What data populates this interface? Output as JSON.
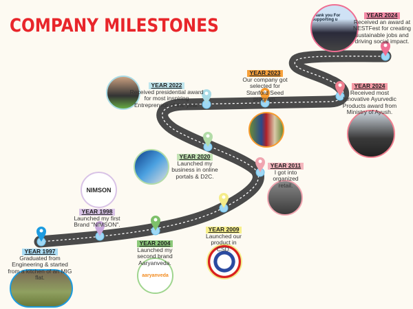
{
  "title": "COMPANY MILESTONES",
  "milestones": [
    {
      "year": "YEAR 1997",
      "text": "Graduated from Engineering & started from a kitchen of an MIG flat.",
      "color": "#a9dcf5",
      "pin": "#1c9be0"
    },
    {
      "year": "YEAR 1998",
      "text": "Launched my first Brand \"NIMSON\".",
      "color": "#d8c2e6",
      "pin": "#c9a8dc"
    },
    {
      "year": "YEAR 2004",
      "text": "Launched my second brand Aaryanveda.",
      "color": "#8cc97a",
      "pin": "#7dc06a"
    },
    {
      "year": "YEAR 2009",
      "text": "Launched our product in CSD.",
      "color": "#f7ef8a",
      "pin": "#f4ec8a"
    },
    {
      "year": "YEAR 2011",
      "text": "I got into organized retail.",
      "color": "#f4b5bd",
      "pin": "#f0a5b0"
    },
    {
      "year": "YEAR 2020",
      "text": "Launched my business in online portals & D2C.",
      "color": "#c3e3b5",
      "pin": "#b3dca8"
    },
    {
      "year": "YEAR 2022",
      "text": "Received presidential award for most inspiring Entrepreneur of the year.",
      "color": "#bfe6ee",
      "pin": "#a9dbe6"
    },
    {
      "year": "YEAR 2023",
      "text": "Our company got selected for Stanford Seed program.",
      "color": "#f7a13b",
      "pin": "#f79a2e"
    },
    {
      "year": "YEAR 2024",
      "text": "Received most Innovative Ayurvedic Products award from Ministry of Ayush.",
      "color": "#f59aa6",
      "pin": "#ef7f8f"
    },
    {
      "year": "YEAR 2024",
      "text": "Received an award at NESTFest for creating sustainable jobs and driving social impact.",
      "color": "#f48aa6",
      "pin": "#ef6e92"
    }
  ],
  "logos": {
    "nimson": "NIMSON",
    "aaryanveda": "aaryanveda",
    "photo_banner": "Thank you For Supporting u"
  }
}
